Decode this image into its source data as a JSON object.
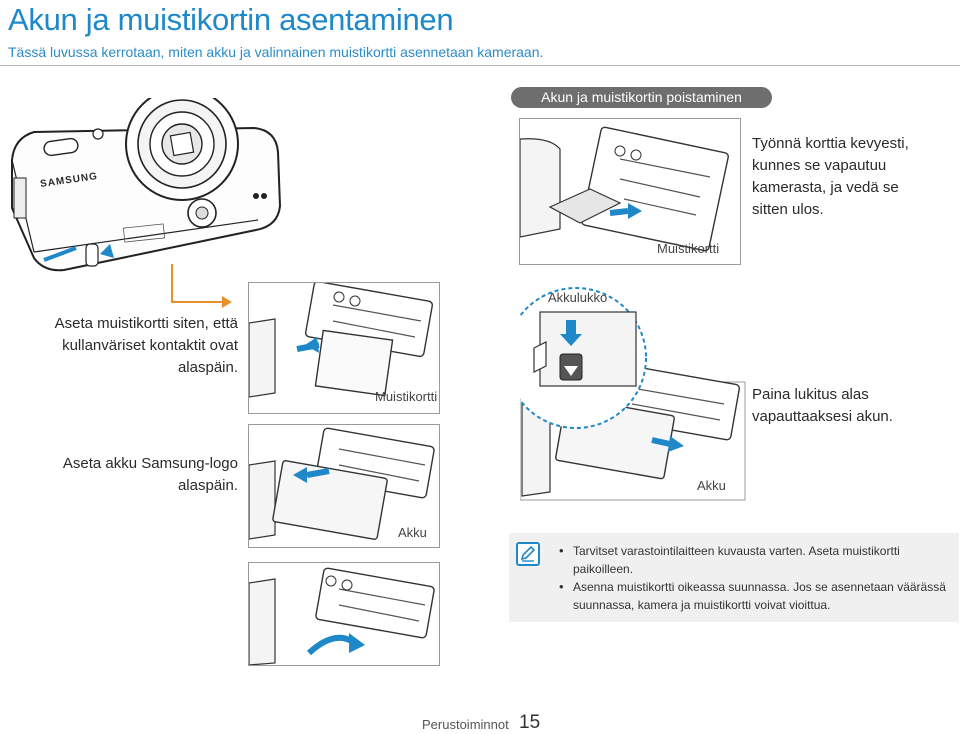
{
  "header": {
    "title": "Akun ja muistikortin asentaminen",
    "subtitle": "Tässä luvussa kerrotaan, miten akku ja valinnainen muistikortti asennetaan kameraan."
  },
  "removal_section": {
    "heading": "Akun ja muistikortin poistaminen",
    "card_instruction_lines": [
      "Työnnä korttia kevyesti,",
      "kunnes se vapautuu",
      "kamerasta, ja vedä se",
      "sitten ulos."
    ],
    "card_caption": "Muistikortti",
    "lock_caption": "Akkulukko",
    "lock_instruction_lines": [
      "Paina lukitus alas",
      "vapauttaaksesi akun."
    ],
    "battery_caption": "Akku"
  },
  "install_section": {
    "card_instruction_lines": [
      "Aseta muistikortti siten, että",
      "kullanväriset kontaktit ovat",
      "alaspäin."
    ],
    "card_caption": "Muistikortti",
    "battery_instruction_lines": [
      "Aseta akku Samsung-logo",
      "alaspäin."
    ],
    "battery_caption": "Akku"
  },
  "camera": {
    "brand": "SAMSUNG"
  },
  "note": {
    "icon": "note-pencil-icon",
    "items": [
      "Tarvitset varastointilaitteen kuvausta varten. Aseta muistikortti paikoilleen.",
      "Asenna muistikortti oikeassa suunnassa. Jos se asennetaan väärässä suunnassa, kamera ja muistikortti voivat vioittua."
    ]
  },
  "footer": {
    "section": "Perustoiminnot",
    "page": "15"
  },
  "colors": {
    "accent": "#1e88c8",
    "arrow_orange": "#e8902a",
    "pill_gray": "#6e6e6e",
    "note_bg": "#f0f0f0"
  }
}
